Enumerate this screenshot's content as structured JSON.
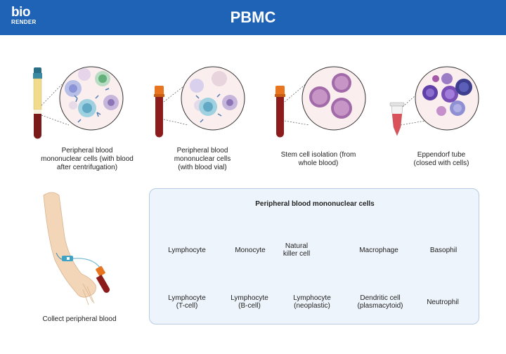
{
  "header": {
    "logo_top": "bio",
    "logo_bottom": "RENDER",
    "title": "PBMC"
  },
  "top_items": [
    {
      "caption": "Peripheral blood mononuclear cells (with blood after centrifugation)"
    },
    {
      "caption": "Peripheral blood mononuclear cells (with blood vial)"
    },
    {
      "caption": "Stem cell isolation (from whole blood)"
    },
    {
      "caption": "Eppendorf tube (closed with cells)"
    }
  ],
  "arm": {
    "caption": "Collect peripheral blood"
  },
  "panel": {
    "title": "Peripheral blood mononuclear cells",
    "cells": [
      {
        "label": "Lymphocyte"
      },
      {
        "label": "Monocyte"
      },
      {
        "label": "Natural killer cell"
      },
      {
        "label": "Macrophage"
      },
      {
        "label": "Basophil"
      },
      {
        "label": "Lymphocyte (T-cell)"
      },
      {
        "label": "Lymphocyte (B-cell)"
      },
      {
        "label": "Lymphocyte (neoplastic)"
      },
      {
        "label": "Dendritic cell (plasmacytoid)"
      },
      {
        "label": "Neutrophil"
      }
    ]
  },
  "colors": {
    "header_bg": "#1e63b5",
    "panel_bg": "#eef4fb",
    "blood": "#8c1c1c",
    "cap_orange": "#e8741f"
  }
}
